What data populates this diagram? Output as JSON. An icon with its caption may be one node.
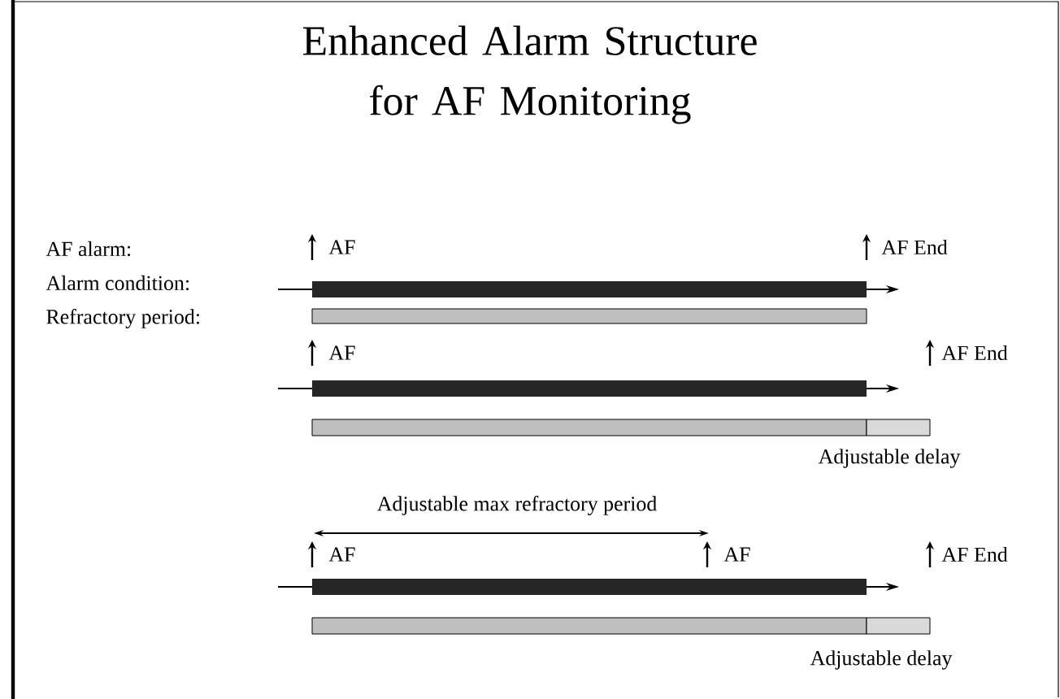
{
  "diagram": {
    "title": "Enhanced Alarm Structure for AF Monitoring",
    "labels": [
      "AF alarm:",
      "AF",
      "AF End",
      "Alarm condition:",
      "Refractory period:",
      "AF",
      "AF End",
      "Adjustable delay",
      "Adjustable max refractory period",
      "AF",
      "AF",
      "AF End",
      "Adjustable delay"
    ]
  }
}
